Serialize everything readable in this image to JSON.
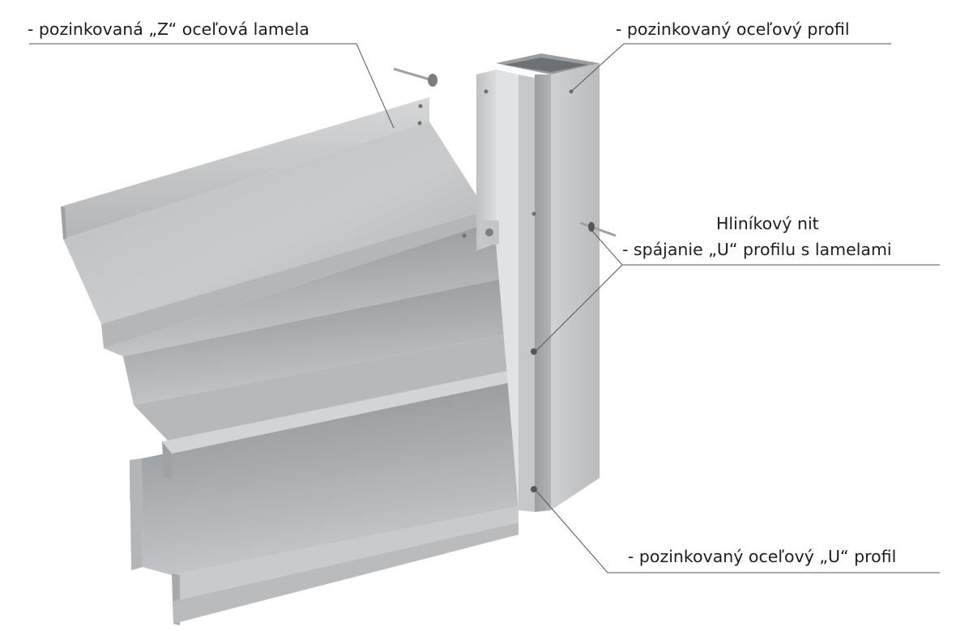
{
  "labels": {
    "z_lamela": "- pozinkovaná „Z“ oceľová lamela",
    "steel_profile": "- pozinkovaný oceľový profil",
    "rivet_title": "Hliníkový nit",
    "rivet_description": "- spájanie „U“ profilu s lamelami",
    "u_profile": "- pozinkovaný oceľový „U“ profil"
  }
}
